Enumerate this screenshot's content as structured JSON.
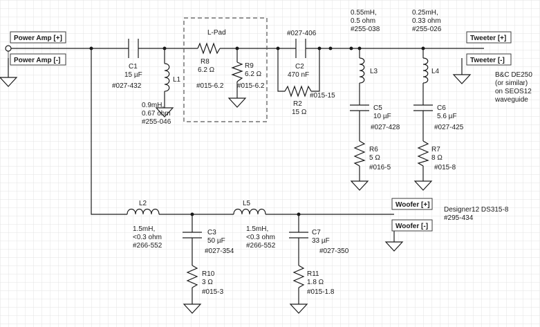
{
  "ports": {
    "power_plus": "Power Amp [+]",
    "power_minus": "Power Amp [-]",
    "tweeter_plus": "Tweeter [+]",
    "tweeter_minus": "Tweeter [-]",
    "woofer_plus": "Woofer [+]",
    "woofer_minus": "Woofer [-]"
  },
  "components": {
    "c1": {
      "name": "C1",
      "value": "15 µF",
      "part": "#027-432"
    },
    "l1": {
      "name": "L1",
      "spec1": "0.9mH,",
      "spec2": "0.67 ohm",
      "part": "#255-046"
    },
    "lpad": {
      "title": "L-Pad"
    },
    "r8": {
      "name": "R8",
      "value": "6.2 Ω",
      "part": "#015-6.2"
    },
    "r9": {
      "name": "R9",
      "value": "6.2 Ω",
      "part": "#015-6.2"
    },
    "c2": {
      "name": "C2",
      "value": "470 nF",
      "part": "#027-406"
    },
    "r2": {
      "name": "R2",
      "value": "15 Ω",
      "part": "#015-15"
    },
    "l3": {
      "name": "L3",
      "spec1": "0.55mH,",
      "spec2": "0.5 ohm",
      "part": "#255-038"
    },
    "l4": {
      "name": "L4",
      "spec1": "0.25mH,",
      "spec2": "0.33 ohm",
      "part": "#255-026"
    },
    "c5": {
      "name": "C5",
      "value": "10 µF",
      "part": "#027-428"
    },
    "c6": {
      "name": "C6",
      "value": "5.6 µF",
      "part": "#027-425"
    },
    "r6": {
      "name": "R6",
      "value": "5 Ω",
      "part": "#016-5"
    },
    "r7": {
      "name": "R7",
      "value": "8 Ω",
      "part": "#015-8"
    },
    "l2": {
      "name": "L2",
      "spec1": "1.5mH,",
      "spec2": "<0.3 ohm",
      "part": "#266-552"
    },
    "l5": {
      "name": "L5",
      "spec1": "1.5mH,",
      "spec2": "<0.3 ohm",
      "part": "#266-552"
    },
    "c3": {
      "name": "C3",
      "value": "50 µF",
      "part": "#027-354"
    },
    "c7": {
      "name": "C7",
      "value": "33 µF",
      "part": "#027-350"
    },
    "r10": {
      "name": "R10",
      "value": "3 Ω",
      "part": "#015-3"
    },
    "r11": {
      "name": "R11",
      "value": "1.8 Ω",
      "part": "#015-1.8"
    }
  },
  "notes": {
    "tweeter_line1": "B&C DE250",
    "tweeter_line2": "(or similar)",
    "tweeter_line3": "on SEOS12",
    "tweeter_line4": "waveguide",
    "woofer_line1": "Designer12 DS315-8",
    "woofer_line2": "#295-434"
  },
  "colors": {
    "grid": "#e3e3e3",
    "wire": "#1a1a1a"
  }
}
